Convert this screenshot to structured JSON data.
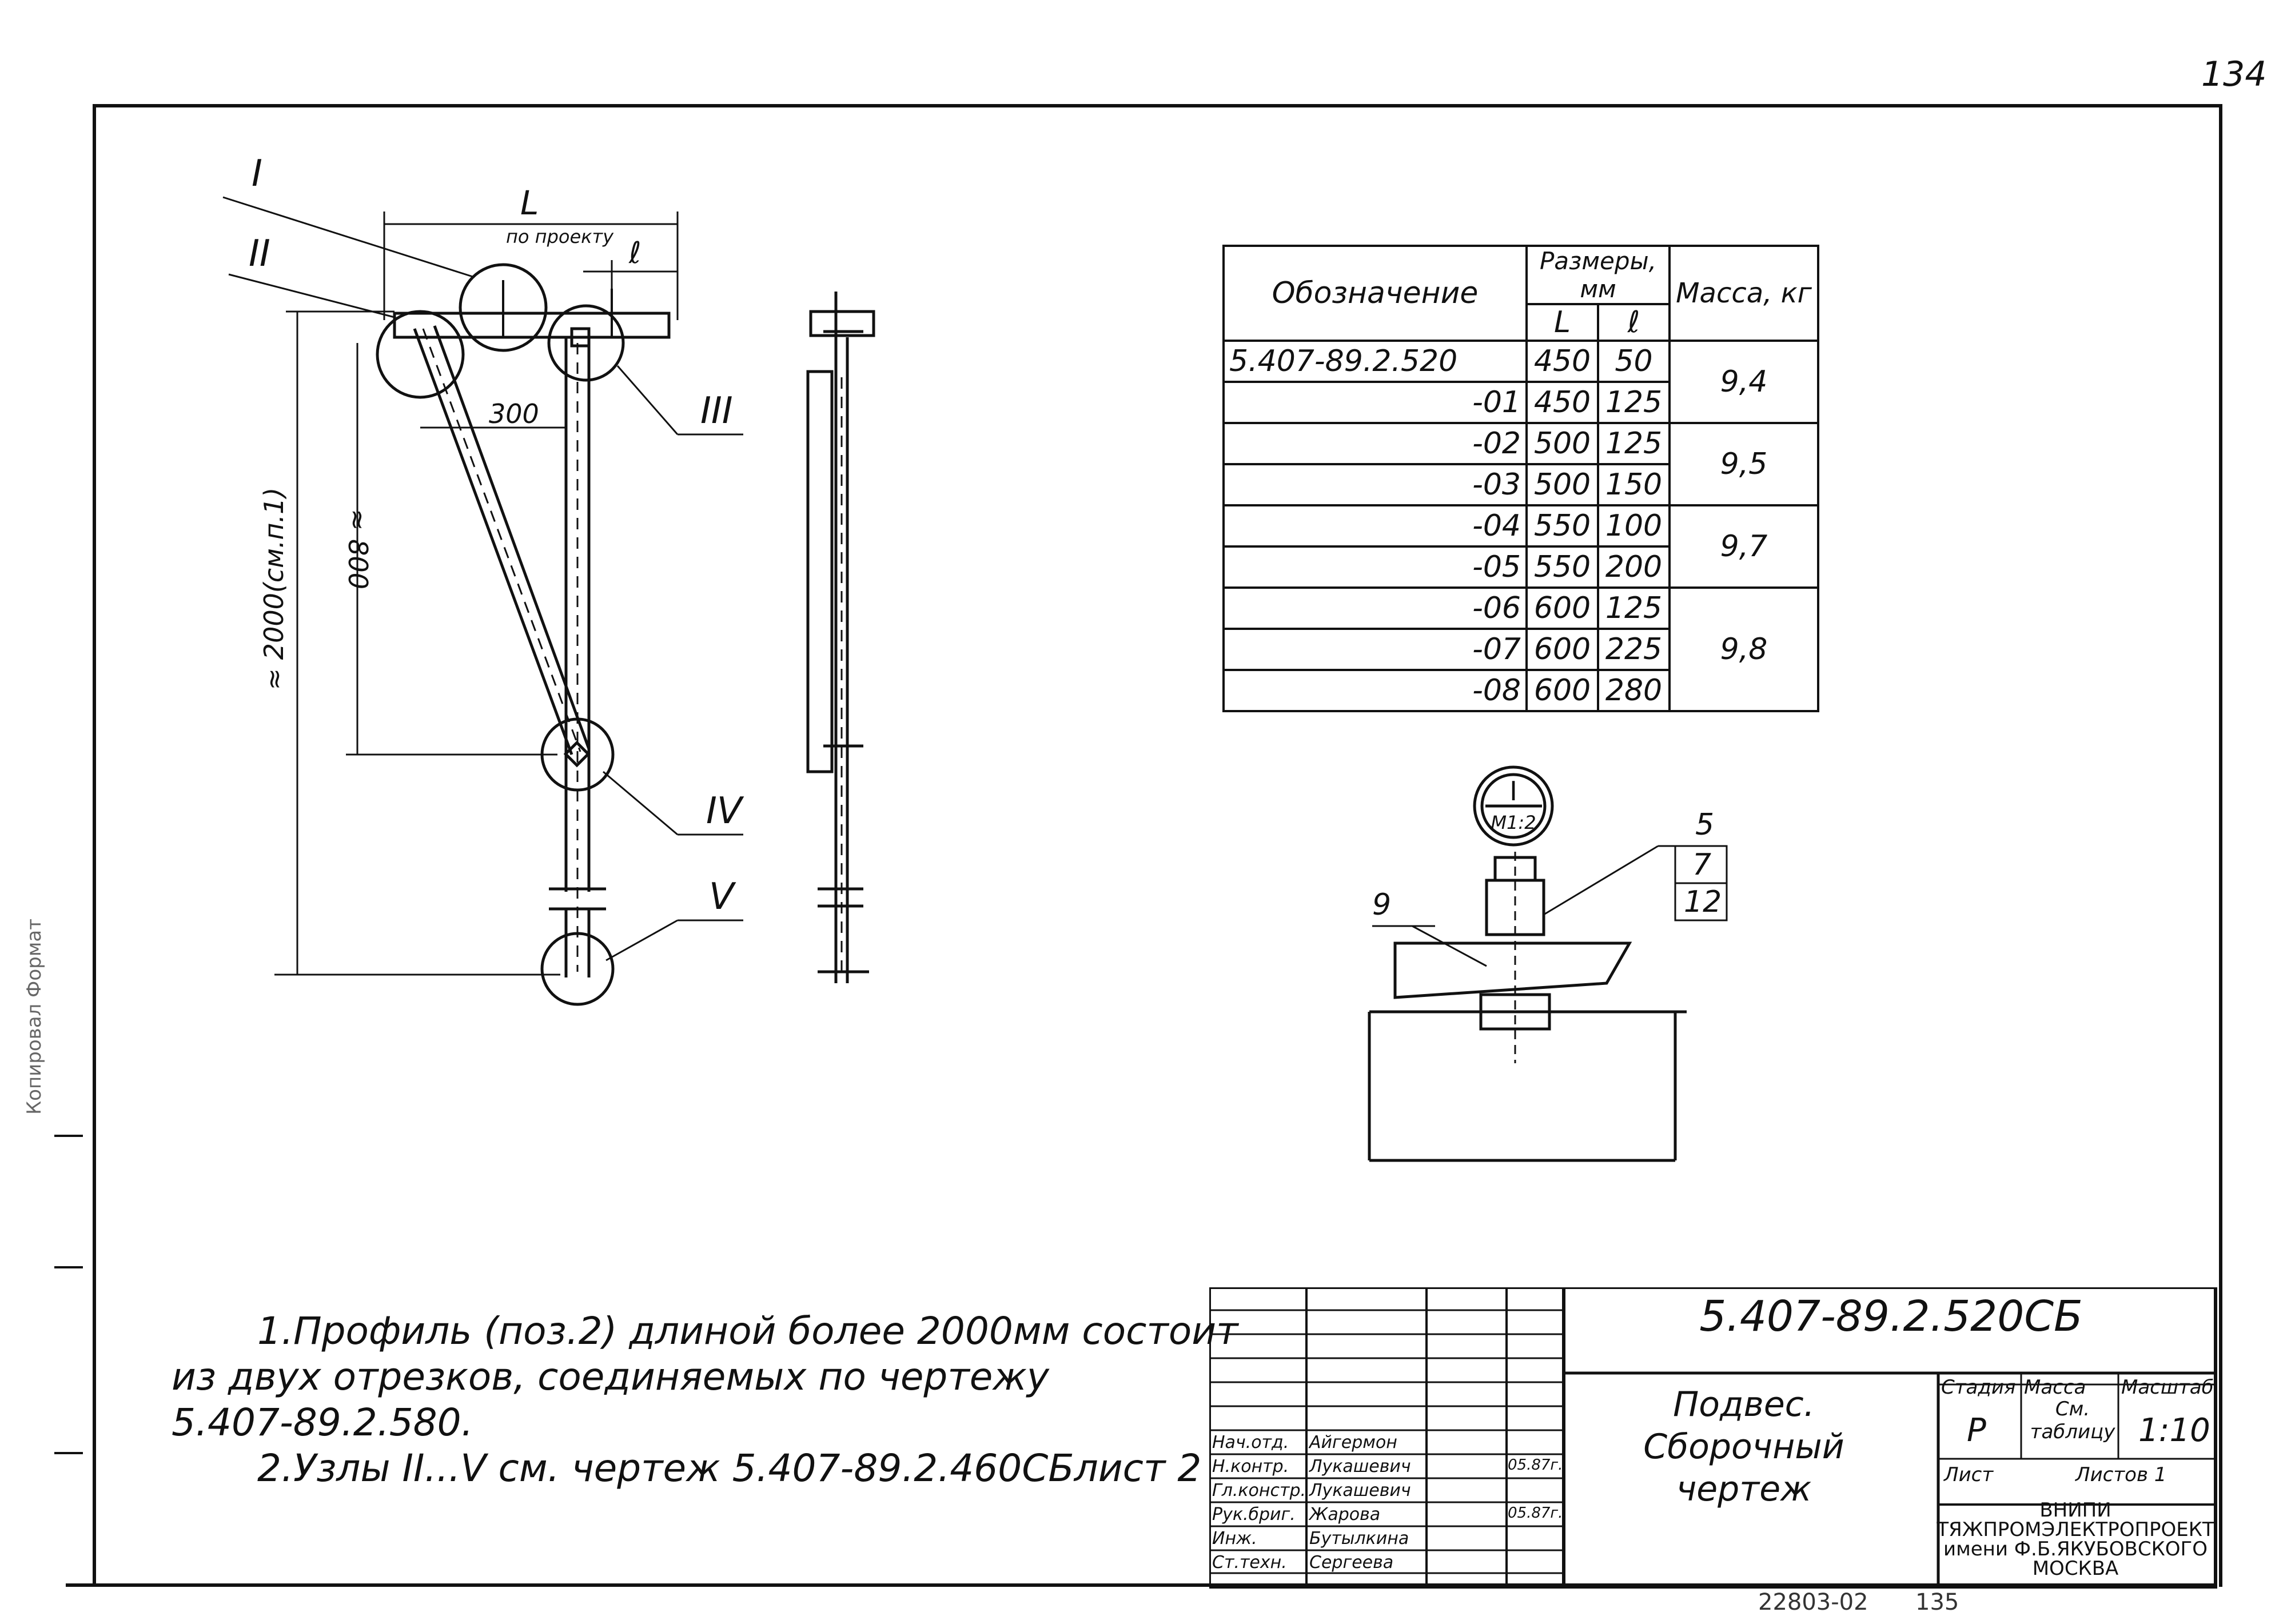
{
  "page_number": "134",
  "margin_stamp": "Копировал          Формат",
  "drawing": {
    "dim_L": "L",
    "dim_l": "ℓ",
    "dim_note": "по проекту",
    "dim_300": "300",
    "dim_800": "≈ 800",
    "dim_2000": "≈ 2000(см.п.1)",
    "node_labels": [
      "I",
      "II",
      "III",
      "IV",
      "V"
    ],
    "detail_label_top": "I",
    "detail_label_bottom": "М1:2",
    "callout_9": "9",
    "callout_5": "5",
    "callout_7": "7",
    "callout_12": "12"
  },
  "table": {
    "header_designation": "Обозначение",
    "header_dimensions": "Размеры, мм",
    "header_L": "L",
    "header_l": "ℓ",
    "header_mass": "Масса, кг",
    "rows": [
      {
        "designation": "5.407-89.2.520",
        "L": "450",
        "l": "50"
      },
      {
        "designation": "-01",
        "L": "450",
        "l": "125"
      },
      {
        "designation": "-02",
        "L": "500",
        "l": "125"
      },
      {
        "designation": "-03",
        "L": "500",
        "l": "150"
      },
      {
        "designation": "-04",
        "L": "550",
        "l": "100"
      },
      {
        "designation": "-05",
        "L": "550",
        "l": "200"
      },
      {
        "designation": "-06",
        "L": "600",
        "l": "125"
      },
      {
        "designation": "-07",
        "L": "600",
        "l": "225"
      },
      {
        "designation": "-08",
        "L": "600",
        "l": "280"
      }
    ],
    "masses": [
      "9,4",
      "9,5",
      "9,7",
      "9,8"
    ]
  },
  "notes": {
    "line1": "1.Профиль (поз.2) длиной более 2000мм состоит",
    "line2": "из двух отрезков, соединяемых по чертежу",
    "line3": "5.407-89.2.580.",
    "line4": "2.Узлы II...V см. чертеж 5.407-89.2.460СБлист 2"
  },
  "title_block": {
    "code": "5.407-89.2.520СБ",
    "name_line1": "Подвес.",
    "name_line2": "Сборочный чертеж",
    "stage_header": "Стадия",
    "mass_header": "Масса",
    "scale_header": "Масштаб",
    "stage": "Р",
    "mass": "См. таблицу",
    "scale": "1:10",
    "sheet_label": "Лист",
    "sheets_label": "Листов 1",
    "org_line1": "ВНИПИ",
    "org_line2": "ТЯЖПРОМЭЛЕКТРОПРОЕКТ",
    "org_line3": "имени Ф.Б.ЯКУБОВСКОГО",
    "org_line4": "МОСКВА",
    "signers": [
      {
        "role": "Нач.отд.",
        "name": "Айгермон"
      },
      {
        "role": "Н.контр.",
        "name": "Лукашевич"
      },
      {
        "role": "Гл.констр.",
        "name": "Лукашевич"
      },
      {
        "role": "Рук.бриг.",
        "name": "Жарова"
      },
      {
        "role": "Инж.",
        "name": "Бутылкина"
      },
      {
        "role": "Ст.техн.",
        "name": "Сергеева"
      }
    ],
    "date1": "05.87г.",
    "date2": "05.87г."
  },
  "footer": {
    "doc_number": "22803-02",
    "sheet": "135"
  }
}
